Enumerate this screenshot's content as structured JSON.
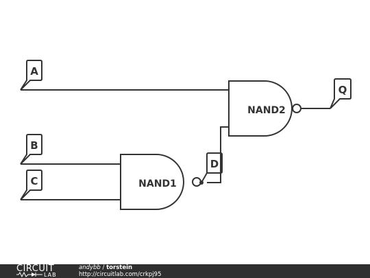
{
  "diagram": {
    "inputs": [
      "A",
      "B",
      "C"
    ],
    "gates": [
      {
        "name": "NAND1",
        "type": "NAND",
        "inputs": [
          "B",
          "C"
        ],
        "output": "D"
      },
      {
        "name": "NAND2",
        "type": "NAND",
        "inputs": [
          "A",
          "D"
        ],
        "output": "Q"
      }
    ],
    "nets": {
      "d": "D"
    },
    "outputs": [
      "Q"
    ]
  },
  "footer": {
    "logo_top": "CIRCUIT",
    "logo_bottom": "LAB",
    "author": "andybb",
    "separator": " / ",
    "title": "torstein",
    "url": "http://circuitlab.com/crkpj95"
  }
}
